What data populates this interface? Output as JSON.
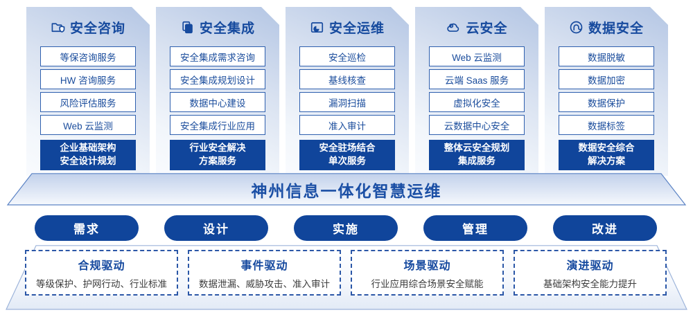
{
  "banner": {
    "title": "神州信息一体化智慧运维"
  },
  "columns": [
    {
      "title": "安全咨询",
      "icon": "folder-shield-icon",
      "items": [
        "等保咨询服务",
        "HW 咨询服务",
        "风险评估服务",
        "Web 云监测"
      ],
      "highlight": {
        "line1": "企业基础架构",
        "line2": "安全设计规划"
      }
    },
    {
      "title": "安全集成",
      "icon": "copy-docs-icon",
      "items": [
        "安全集成需求咨询",
        "安全集成规划设计",
        "数据中心建设",
        "安全集成行业应用"
      ],
      "highlight": {
        "line1": "行业安全解决",
        "line2": "方案服务"
      }
    },
    {
      "title": "安全运维",
      "icon": "folder-clock-icon",
      "items": [
        "安全巡检",
        "基线核查",
        "漏洞扫描",
        "准入审计"
      ],
      "highlight": {
        "line1": "安全驻场结合",
        "line2": "单次服务"
      }
    },
    {
      "title": "云安全",
      "icon": "cloud-icon",
      "items": [
        "Web 云监测",
        "云端 Saas 服务",
        "虚拟化安全",
        "云数据中心安全"
      ],
      "highlight": {
        "line1": "整体云安全规划",
        "line2": "集成服务"
      }
    },
    {
      "title": "数据安全",
      "icon": "fingerprint-icon",
      "items": [
        "数据脱敏",
        "数据加密",
        "数据保护",
        "数据标签"
      ],
      "highlight": {
        "line1": "数据安全综合",
        "line2": "解决方案"
      }
    }
  ],
  "process": {
    "pills": [
      "需求",
      "设计",
      "实施",
      "管理",
      "改进"
    ]
  },
  "drivers": [
    {
      "title": "合规驱动",
      "desc": "等级保护、护网行动、行业标准"
    },
    {
      "title": "事件驱动",
      "desc": "数据泄漏、威胁攻击、准入审计"
    },
    {
      "title": "场景驱动",
      "desc": "行业应用综合场景安全赋能"
    },
    {
      "title": "演进驱动",
      "desc": "基础架构安全能力提升"
    }
  ],
  "colors": {
    "primary_blue": "#10459b",
    "text_blue": "#164a9e",
    "border_blue": "#2e5fae",
    "dashed_border": "#2b57a7",
    "panel_gradient_top": "#b4c6e4",
    "banner_gradient_top": "#c2d1eb",
    "desc_gray": "#3d3d3d"
  }
}
